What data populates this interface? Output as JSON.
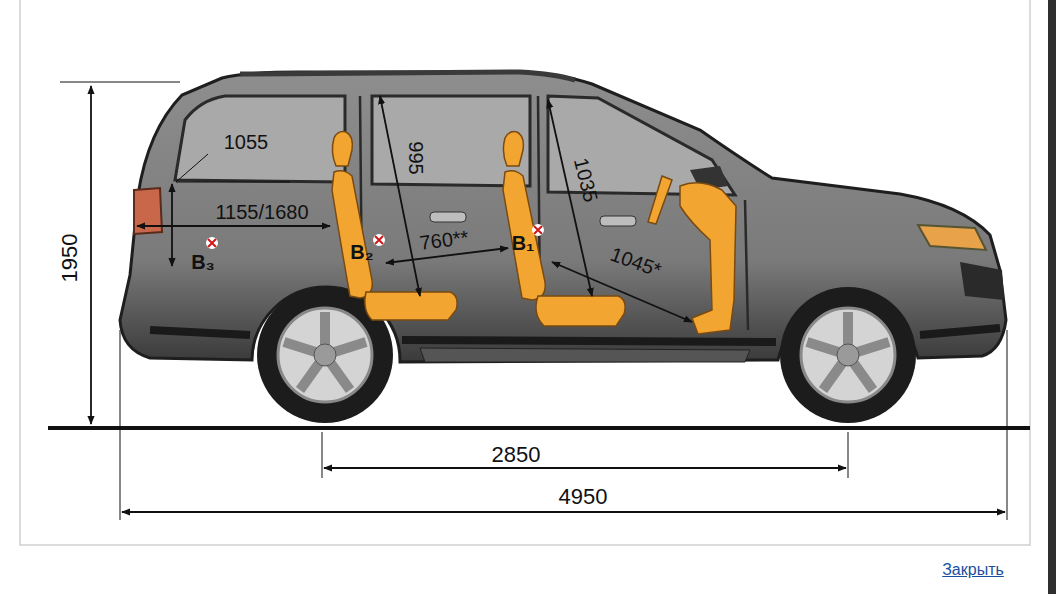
{
  "diagram": {
    "labels": [
      "1950",
      "1055",
      "995",
      "1035",
      "1155/1680",
      "B₃",
      "B₂",
      "760**",
      "B₁",
      "1045*",
      "2850",
      "4950",
      "Закрыть"
    ]
  }
}
